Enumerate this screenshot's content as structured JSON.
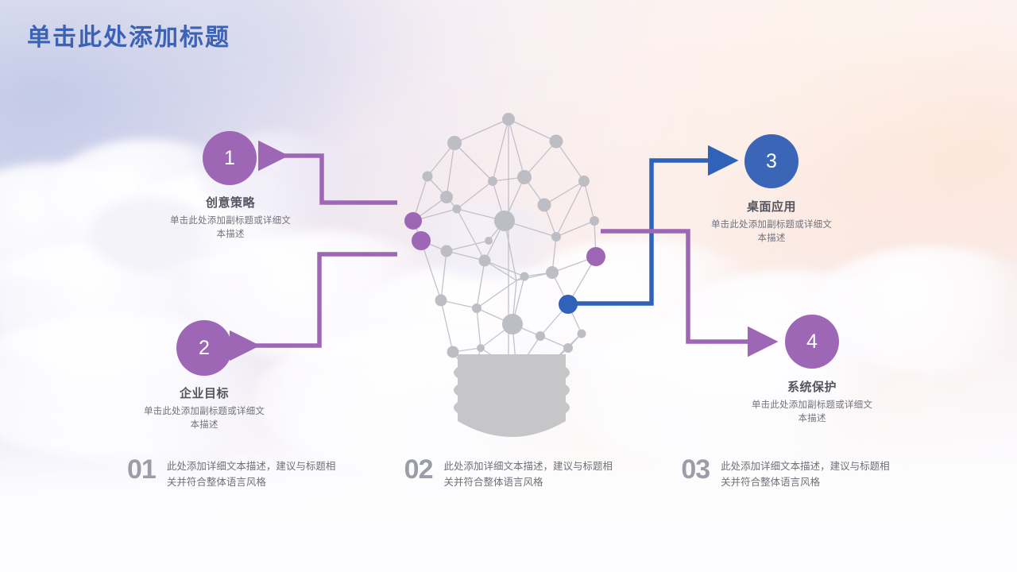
{
  "slide": {
    "title": "单击此处添加标题",
    "title_color": "#3b62b5"
  },
  "colors": {
    "purple": "#9d67b6",
    "blue": "#3b66b8",
    "node_gray": "#bdbdc4",
    "heading_gray": "#545560",
    "body_gray": "#72737e",
    "bottom_number_gray": "#9b9ea8"
  },
  "nodes": [
    {
      "number": "1",
      "title": "创意策略",
      "desc_line1": "单击此处添加副标题或详细文",
      "desc_line2": "本描述",
      "color": "#9d67b6",
      "side": "left"
    },
    {
      "number": "2",
      "title": "企业目标",
      "desc_line1": "单击此处添加副标题或详细文",
      "desc_line2": "本描述",
      "color": "#9d67b6",
      "side": "left"
    },
    {
      "number": "3",
      "title": "桌面应用",
      "desc_line1": "单击此处添加副标题或详细文",
      "desc_line2": "本描述",
      "color": "#3b66b8",
      "side": "right"
    },
    {
      "number": "4",
      "title": "系统保护",
      "desc_line1": "单击此处添加副标题或详细文",
      "desc_line2": "本描述",
      "color": "#9d67b6",
      "side": "right"
    }
  ],
  "bottom_items": [
    {
      "number": "01",
      "line1": "此处添加详细文本描述，建议与标题相",
      "line2": "关并符合整体语言风格"
    },
    {
      "number": "02",
      "line1": "此处添加详细文本描述，建议与标题相",
      "line2": "关并符合整体语言风格"
    },
    {
      "number": "03",
      "line1": "此处添加详细文本描述，建议与标题相",
      "line2": "关并符合整体语言风格"
    }
  ],
  "graphic": {
    "name": "lightbulb-network-diagram",
    "highlight_nodes": [
      {
        "name": "bulb-node-upper-left",
        "color": "#9d67b6"
      },
      {
        "name": "bulb-node-lower-left",
        "color": "#9d67b6"
      },
      {
        "name": "bulb-node-right",
        "color": "#9d67b6"
      },
      {
        "name": "bulb-node-lower-right",
        "color": "#3b66b8"
      }
    ]
  }
}
